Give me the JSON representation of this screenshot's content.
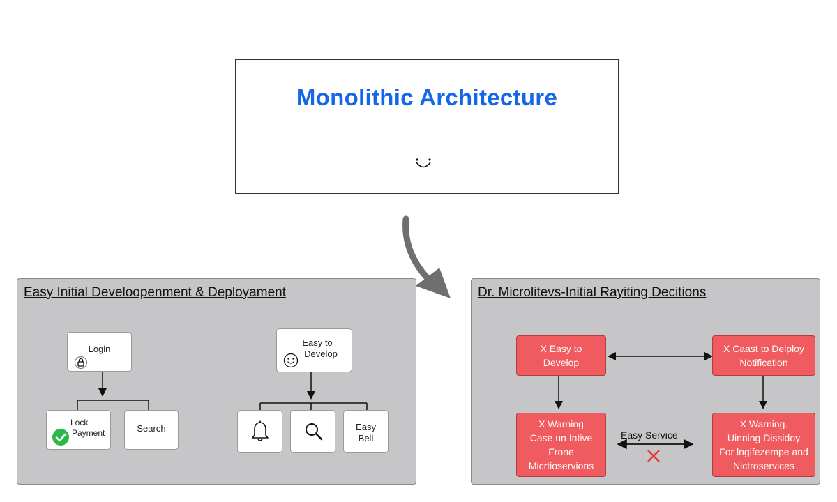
{
  "monolith": {
    "title": "Monolithic Architecture"
  },
  "left_panel": {
    "title": "Easy Initial Develoopenment & Deployament",
    "nodes": {
      "login": "Login",
      "lock_payment_line1": "Lock",
      "lock_payment_line2": "Payment",
      "search": "Search",
      "easy_develop_line1": "Easy to",
      "easy_develop_line2": "Develop",
      "easy_bell_line1": "Easy",
      "easy_bell_line2": "Bell"
    }
  },
  "right_panel": {
    "title": "Dr. Microlitevs-Initial Rayiting Decitions",
    "nodes": {
      "tl_line1": "X  Easy to",
      "tl_line2": "Develop",
      "tr_line1": "X  Caast to Delploy",
      "tr_line2": "Notification",
      "bl_line1": "X Warning",
      "bl_line2": "Case un Intive",
      "bl_line3": "Frone",
      "bl_line4": "Micrtioservions",
      "br_line1": "X Warning.",
      "br_line2": "Uinning Dissidoy",
      "br_line3": "For lnglfezempe and",
      "br_line4": "Nictroservices"
    },
    "middle_label": "Easy Service"
  },
  "colors": {
    "title_blue": "#1667e8",
    "panel_gray": "#c6c6c8",
    "red_box": "#ef5b5f",
    "check_green": "#2db84a",
    "cross_red": "#e53935"
  }
}
